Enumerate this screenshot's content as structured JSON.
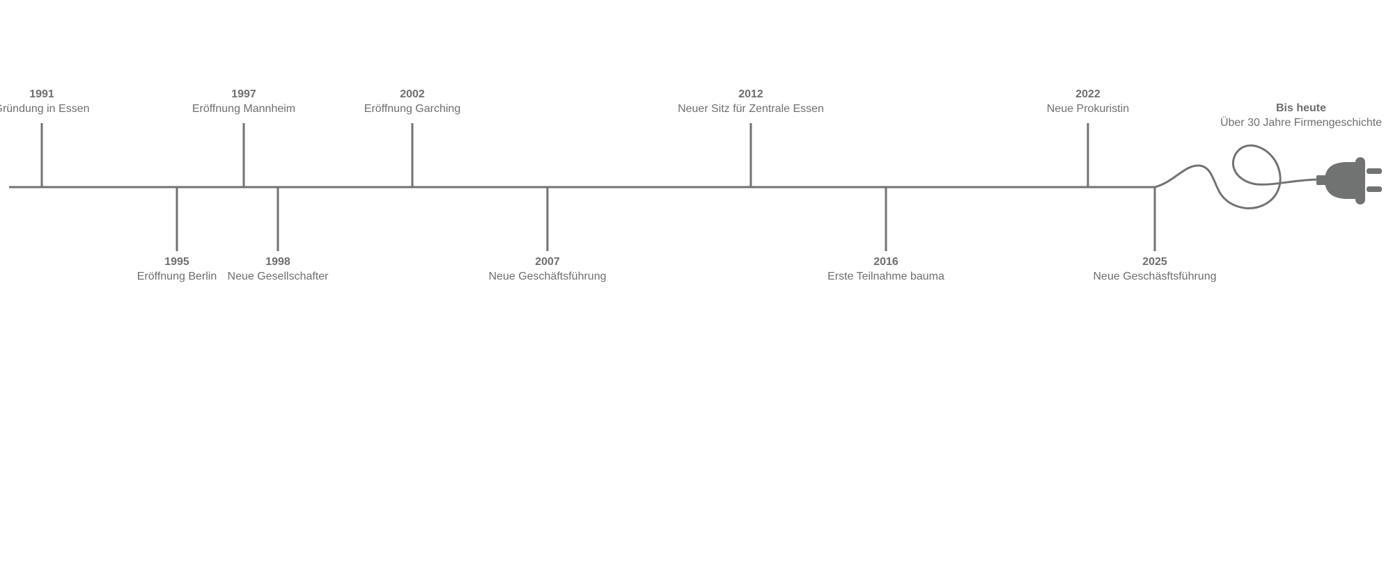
{
  "colors": {
    "line": "#707372",
    "text": "#6e6e6e"
  },
  "events": [
    {
      "year": "1991",
      "label": "Gründung in Essen",
      "side": "top"
    },
    {
      "year": "1995",
      "label": "Eröffnung Berlin",
      "side": "bottom"
    },
    {
      "year": "1997",
      "label": "Eröffnung Mannheim",
      "side": "top"
    },
    {
      "year": "1998",
      "label": "Neue Gesellschafter",
      "side": "bottom"
    },
    {
      "year": "2002",
      "label": "Eröffnung Garching",
      "side": "top"
    },
    {
      "year": "2007",
      "label": "Neue Geschäftsführung",
      "side": "bottom"
    },
    {
      "year": "2012",
      "label": "Neuer Sitz für Zentrale Essen",
      "side": "top"
    },
    {
      "year": "2016",
      "label": "Erste Teilnahme bauma",
      "side": "bottom"
    },
    {
      "year": "2022",
      "label": "Neue Prokuristin",
      "side": "top"
    },
    {
      "year": "2025",
      "label": "Neue Geschäsftsführung",
      "side": "bottom"
    }
  ],
  "end": {
    "title": "Bis heute",
    "label": "Über 30 Jahre Firmengeschichte",
    "icon": "power-plug-icon"
  }
}
